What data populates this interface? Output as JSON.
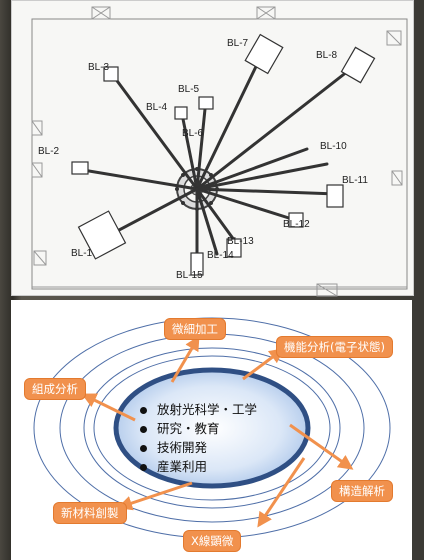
{
  "beamline_map": {
    "labels": [
      "BL-1",
      "BL-2",
      "BL-3",
      "BL-4",
      "BL-5",
      "BL-6",
      "BL-7",
      "BL-8",
      "BL-10",
      "BL-11",
      "BL-12",
      "BL-13",
      "BL-14",
      "BL-15"
    ]
  },
  "concept_diagram": {
    "center_items": [
      "放射光科学・工学",
      "研究・教育",
      "技術開発",
      "産業利用"
    ],
    "outer_tags": [
      "微細加工",
      "機能分析(電子状態)",
      "組成分析",
      "構造解析",
      "新材料創製",
      "X線顕微"
    ]
  },
  "colors": {
    "accent": "#f1914d",
    "ring": "#2f4f84",
    "drawing_bg": "#f7f7f5"
  }
}
